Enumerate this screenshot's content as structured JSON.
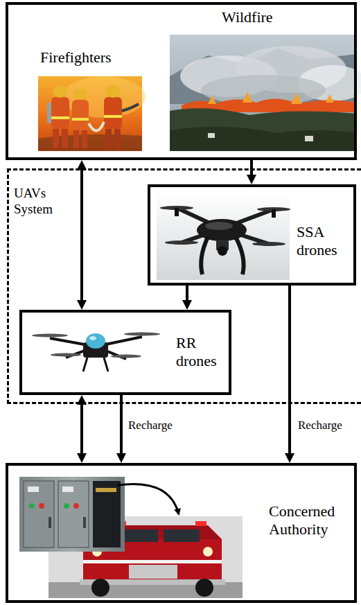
{
  "diagram": {
    "nodes": [
      {
        "text": [
          "Firefighters",
          "Wildfire"
        ]
      },
      {
        "text": [
          "UAVs System"
        ]
      },
      {
        "text": [
          "SSA drones"
        ],
        "in": 1
      },
      {
        "text": [
          "RR drones"
        ],
        "in": 1
      },
      {
        "text": [
          "Concerned Authority"
        ]
      }
    ],
    "edges": [
      {
        "from": 0,
        "to": 3,
        "arrow": "both"
      },
      {
        "from": 0,
        "to": 2,
        "arrow": "to"
      },
      {
        "from": 2,
        "to": 3,
        "arrow": "to"
      },
      {
        "from": 3,
        "to": 4,
        "arrow": "both"
      },
      {
        "from": 3,
        "to": 4,
        "label": "Recharge",
        "arrow": "to"
      },
      {
        "from": 2,
        "to": 4,
        "label": "Recharge",
        "arrow": "to"
      }
    ]
  }
}
